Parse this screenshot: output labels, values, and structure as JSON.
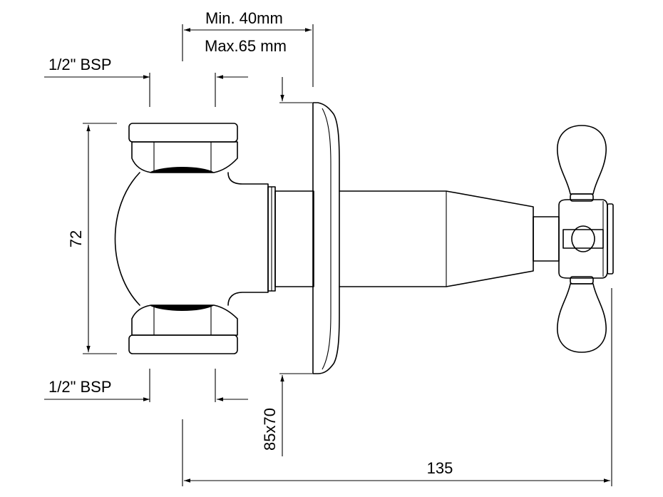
{
  "dimensions": {
    "wall_depth_min": "Min. 40mm",
    "wall_depth_max": "Max.65 mm",
    "inlet_thread_top": "1/2\" BSP",
    "inlet_thread_bottom": "1/2\" BSP",
    "body_height": "72",
    "plate_size": "85x70",
    "overall_length": "135"
  },
  "colors": {
    "line": "#000000",
    "background": "#ffffff"
  }
}
